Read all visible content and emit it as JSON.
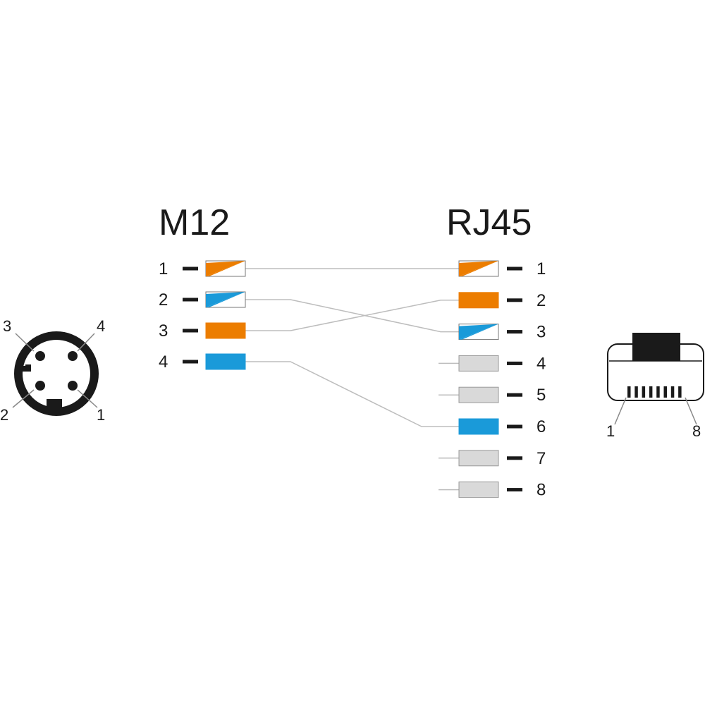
{
  "m12": {
    "title": "M12",
    "pins": [
      {
        "label": "1",
        "color": "stripe-orange"
      },
      {
        "label": "2",
        "color": "stripe-blue"
      },
      {
        "label": "3",
        "color": "orange"
      },
      {
        "label": "4",
        "color": "blue"
      }
    ],
    "face_labels": [
      "3",
      "4",
      "2",
      "1"
    ]
  },
  "rj45": {
    "title": "RJ45",
    "pins": [
      {
        "label": "1",
        "color": "stripe-orange"
      },
      {
        "label": "2",
        "color": "orange"
      },
      {
        "label": "3",
        "color": "stripe-blue"
      },
      {
        "label": "4",
        "color": "grey"
      },
      {
        "label": "5",
        "color": "grey"
      },
      {
        "label": "6",
        "color": "blue"
      },
      {
        "label": "7",
        "color": "grey"
      },
      {
        "label": "8",
        "color": "grey"
      }
    ],
    "face_labels": [
      "1",
      "8"
    ]
  },
  "connections": [
    {
      "from": 1,
      "to": 1
    },
    {
      "from": 2,
      "to": 3
    },
    {
      "from": 3,
      "to": 2
    },
    {
      "from": 4,
      "to": 6
    }
  ],
  "colors": {
    "orange": "#ec7d00",
    "blue": "#1a9ad9",
    "grey": "#d9d9d9",
    "wire": "#bdbdbd",
    "ink": "#1a1a1a"
  }
}
